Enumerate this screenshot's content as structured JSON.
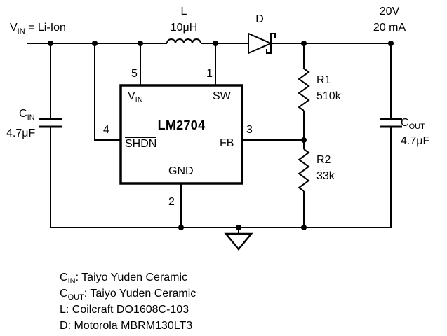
{
  "schematic": {
    "source": {
      "base": "V",
      "sub": "IN",
      "rest": " = Li-Ion"
    },
    "inductor": {
      "ref": "L",
      "value": "10μH"
    },
    "diode": {
      "ref": "D"
    },
    "output": {
      "line1": "20V",
      "line2": "20 mA"
    },
    "cap_in": {
      "base": "C",
      "sub": "IN",
      "value": "4.7μF"
    },
    "cap_out": {
      "base": "C",
      "sub": "OUT",
      "value": "4.7μF"
    },
    "r1": {
      "ref": "R1",
      "value": "510k"
    },
    "r2": {
      "ref": "R2",
      "value": "33k"
    },
    "ic": {
      "part": "LM2704",
      "pins": {
        "vin": {
          "base": "V",
          "sub": "IN",
          "number": "5"
        },
        "sw": {
          "label": "SW",
          "number": "1"
        },
        "shdn": {
          "label": "SHDN",
          "number": "4"
        },
        "fb": {
          "label": "FB",
          "number": "3"
        },
        "gnd": {
          "label": "GND",
          "number": "2"
        }
      }
    }
  },
  "notes": [
    {
      "base": "C",
      "sub": "IN",
      "rest": ": Taiyo Yuden Ceramic"
    },
    {
      "base": "C",
      "sub": "OUT",
      "rest": ": Taiyo Yuden Ceramic"
    },
    {
      "base": "L",
      "sub": "",
      "rest": ": Coilcraft DO1608C-103"
    },
    {
      "base": "D",
      "sub": "",
      "rest": ": Motorola MBRM130LT3"
    }
  ],
  "colors": {
    "ink": "#000000",
    "background": "#ffffff"
  }
}
